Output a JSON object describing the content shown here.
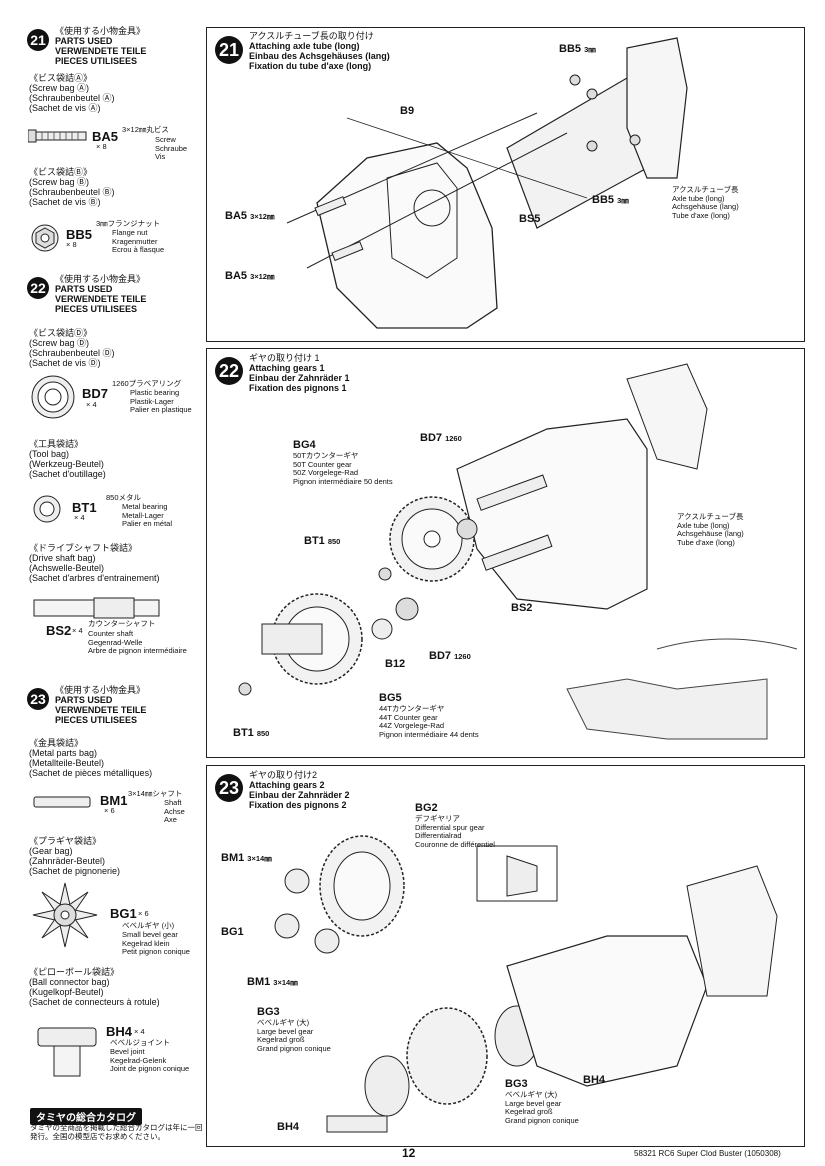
{
  "left": {
    "s21": {
      "num": "21",
      "header": [
        "《使用する小物金具》",
        "PARTS USED",
        "VERWENDETE TEILE",
        "PIECES UTILISEES"
      ],
      "bag1": [
        "《ビス袋詰Ⓐ》",
        "(Screw bag Ⓐ)",
        "(Schraubenbeutel Ⓐ)",
        "(Sachet de vis Ⓐ)"
      ],
      "ba5": {
        "code": "BA5",
        "qty": "× 8",
        "size": "3×12㎜丸ビス",
        "names": [
          "Screw",
          "Schraube",
          "Vis"
        ]
      },
      "bag2": [
        "《ビス袋詰Ⓑ》",
        "(Screw bag Ⓑ)",
        "(Schraubenbeutel Ⓑ)",
        "(Sachet de vis Ⓑ)"
      ],
      "bb5": {
        "code": "BB5",
        "qty": "× 8",
        "size": "3㎜フランジナット",
        "names": [
          "Flange nut",
          "Kragenmutter",
          "Ecrou à flasque"
        ]
      }
    },
    "s22": {
      "num": "22",
      "header": [
        "《使用する小物金具》",
        "PARTS USED",
        "VERWENDETE TEILE",
        "PIECES UTILISEES"
      ],
      "bag1": [
        "《ビス袋詰Ⓓ》",
        "(Screw bag Ⓓ)",
        "(Schraubenbeutel Ⓓ)",
        "(Sachet de vis Ⓓ)"
      ],
      "bd7": {
        "code": "BD7",
        "qty": "× 4",
        "size": "1260プラベアリング",
        "names": [
          "Plastic bearing",
          "Plastik-Lager",
          "Palier en plastique"
        ]
      },
      "bag2": [
        "《工具袋詰》",
        "(Tool bag)",
        "(Werkzeug-Beutel)",
        "(Sachet d'outillage)"
      ],
      "bt1": {
        "code": "BT1",
        "qty": "× 4",
        "size": "850メタル",
        "names": [
          "Metal bearing",
          "Metall-Lager",
          "Palier en métal"
        ]
      },
      "bag3": [
        "《ドライブシャフト袋詰》",
        "(Drive shaft bag)",
        "(Achswelle-Beutel)",
        "(Sachet d'arbres d'entrainement)"
      ],
      "bs2": {
        "code": "BS2",
        "qty": "× 4",
        "size": "カウンターシャフト",
        "names": [
          "Counter shaft",
          "Gegenrad-Welle",
          "Arbre de pignon intermédiaire"
        ]
      }
    },
    "s23": {
      "num": "23",
      "header": [
        "《使用する小物金具》",
        "PARTS USED",
        "VERWENDETE TEILE",
        "PIECES UTILISEES"
      ],
      "bag1": [
        "《金具袋詰》",
        "(Metal parts bag)",
        "(Metallteile-Beutel)",
        "(Sachet de pièces métalliques)"
      ],
      "bm1": {
        "code": "BM1",
        "qty": "× 6",
        "size": "3×14㎜シャフト",
        "names": [
          "Shaft",
          "Achse",
          "Axe"
        ]
      },
      "bag2": [
        "《プラギヤ袋詰》",
        "(Gear bag)",
        "(Zahnräder-Beutel)",
        "(Sachet de pignonerie)"
      ],
      "bg1": {
        "code": "BG1",
        "qty": "× 6",
        "size": "ベベルギヤ (小)",
        "names": [
          "Small bevel gear",
          "Kegelrad klein",
          "Petit pignon conique"
        ]
      },
      "bag3": [
        "《ピローボール袋詰》",
        "(Ball connector bag)",
        "(Kugelkopf-Beutel)",
        "(Sachet de connecteurs à rotule)"
      ],
      "bh4": {
        "code": "BH4",
        "qty": "× 4",
        "size": "ベベルジョイント",
        "names": [
          "Bevel joint",
          "Kegelrad-Gelenk",
          "Joint de pignon conique"
        ]
      }
    },
    "catalog": {
      "title": "タミヤの総合カタログ",
      "text": [
        "タミヤの全商品を掲載した総合カタログは年に一回",
        "発行。全国の模型店でお求めください。"
      ]
    }
  },
  "p21": {
    "num": "21",
    "title": [
      "アクスルチューブ長の取り付け",
      "Attaching axle tube (long)",
      "Einbau des Achsgehäuses (lang)",
      "Fixation du tube d'axe (long)"
    ],
    "labels": {
      "b9": "B9",
      "bs5": "BS5",
      "ba5a": "BA5",
      "ba5a_size": "3×12㎜",
      "ba5b": "BA5",
      "ba5b_size": "3×12㎜",
      "bb5a": "BB5",
      "bb5a_size": "3㎜",
      "bb5b": "BB5",
      "bb5b_size": "3㎜"
    },
    "tube": [
      "アクスルチューブ長",
      "Axle tube (long)",
      "Achsgehäuse (lang)",
      "Tube d'axe (long)"
    ]
  },
  "p22": {
    "num": "22",
    "title": [
      "ギヤの取り付け 1",
      "Attaching gears 1",
      "Einbau der Zahnräder 1",
      "Fixation des pignons 1"
    ],
    "bg4": {
      "code": "BG4",
      "desc": [
        "50Tカウンターギヤ",
        "50T Counter gear",
        "50Z Vorgelege-Rad",
        "Pignon intermédiaire 50 dents"
      ]
    },
    "bg5": {
      "code": "BG5",
      "desc": [
        "44Tカウンターギヤ",
        "44T Counter gear",
        "44Z Vorgelege-Rad",
        "Pignon intermédiaire 44 dents"
      ]
    },
    "labels": {
      "bd7a": "BD7",
      "bd7a_size": "1260",
      "bd7b": "BD7",
      "bd7b_size": "1260",
      "bt1a": "BT1",
      "bt1a_size": "850",
      "bt1b": "BT1",
      "bt1b_size": "850",
      "bs2": "BS2",
      "b12": "B12"
    },
    "tube": [
      "アクスルチューブ長",
      "Axle tube (long)",
      "Achsgehäuse (lang)",
      "Tube d'axe (long)"
    ]
  },
  "p23": {
    "num": "23",
    "title": [
      "ギヤの取り付け2",
      "Attaching gears 2",
      "Einbau der Zahnräder 2",
      "Fixation des pignons 2"
    ],
    "bg2": {
      "code": "BG2",
      "desc": [
        "デフギヤリア",
        "Differential spur gear",
        "Differentialrad",
        "Couronne de différentiel"
      ]
    },
    "bg3a": {
      "code": "BG3",
      "desc": [
        "ベベルギヤ (大)",
        "Large bevel gear",
        "Kegelrad groß",
        "Grand pignon conique"
      ]
    },
    "bg3b": {
      "code": "BG3",
      "desc": [
        "ベベルギヤ (大)",
        "Large bevel gear",
        "Kegelrad groß",
        "Grand pignon conique"
      ]
    },
    "labels": {
      "bm1a": "BM1",
      "bm1a_size": "3×14㎜",
      "bm1b": "BM1",
      "bm1b_size": "3×14㎜",
      "bg1": "BG1",
      "bh4a": "BH4",
      "bh4b": "BH4"
    }
  },
  "footer": {
    "page": "12",
    "code": "58321  RC6 Super Clod Buster (1050308)"
  }
}
